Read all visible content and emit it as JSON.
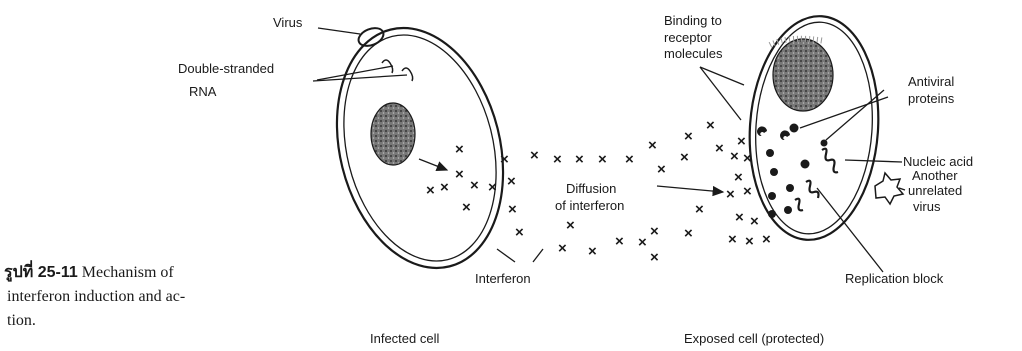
{
  "labels": {
    "virus": "Virus",
    "ds_rna_1": "Double-stranded",
    "ds_rna_2": "RNA",
    "binding_1": "Binding to",
    "binding_2": "receptor",
    "binding_3": "molecules",
    "antiviral_1": "Antiviral",
    "antiviral_2": "proteins",
    "nucleic_acid": "Nucleic acid",
    "another_1": "Another",
    "another_2": "unrelated",
    "another_3": "virus",
    "diffusion_1": "Diffusion",
    "diffusion_2": "of interferon",
    "interferon": "Interferon",
    "replication_block": "Replication block",
    "infected_cell": "Infected cell",
    "exposed_cell": "Exposed cell (protected)"
  },
  "caption": {
    "figure_label": "รูปที่ 25-11",
    "line1": "Mechanism of",
    "line2": "interferon induction and ac-",
    "line3": "tion."
  },
  "colors": {
    "ink": "#1a1a1a",
    "background": "#ffffff"
  }
}
